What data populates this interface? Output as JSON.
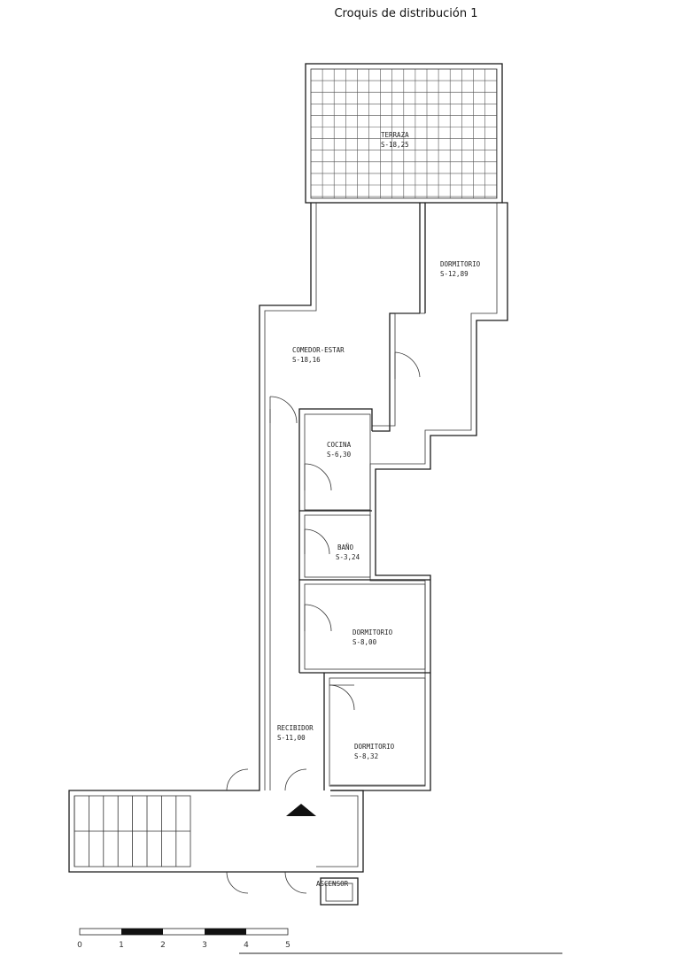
{
  "title": "Croquis de distribución 1",
  "rooms": [
    {
      "id": "terraza",
      "name": "TERRAZA",
      "area": "S-18,25"
    },
    {
      "id": "dormitorio-1",
      "name": "DORMITORIO",
      "area": "S-12,89"
    },
    {
      "id": "comedor",
      "name": "COMEDOR-ESTAR",
      "area": "S-18,16"
    },
    {
      "id": "cocina",
      "name": "COCINA",
      "area": "S-6,30"
    },
    {
      "id": "bano",
      "name": "BAÑO",
      "area": "S-3,24"
    },
    {
      "id": "dormitorio-2",
      "name": "DORMITORIO",
      "area": "S-8,00"
    },
    {
      "id": "recibidor",
      "name": "RECIBIDOR",
      "area": "S-11,00"
    },
    {
      "id": "dormitorio-3",
      "name": "DORMITORIO",
      "area": "S-8,32"
    }
  ],
  "ascensor": "ASCENSOR",
  "scale": {
    "ticks": [
      "0",
      "1",
      "2",
      "3",
      "4",
      "5"
    ]
  }
}
